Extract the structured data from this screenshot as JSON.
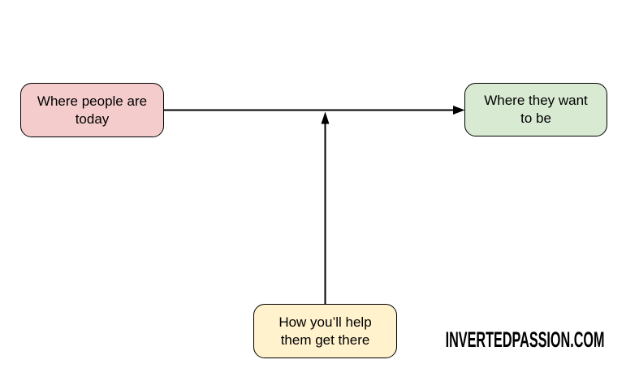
{
  "diagram": {
    "background": "#ffffff",
    "boxes": [
      {
        "id": "current-state",
        "label": "Where people are\ntoday",
        "fill": "#f4cccc",
        "border": "#000000"
      },
      {
        "id": "desired-state",
        "label": "Where they want\nto be",
        "fill": "#d9ead3",
        "border": "#000000"
      },
      {
        "id": "help-bridge",
        "label": "How you’ll help\nthem get there",
        "fill": "#fff2cc",
        "border": "#000000"
      }
    ],
    "arrows": [
      {
        "id": "current-to-desired",
        "from": "current-state",
        "to": "desired-state",
        "color": "#000000"
      },
      {
        "id": "help-to-journey",
        "from": "help-bridge",
        "to": "current-to-desired arrow midpoint",
        "color": "#000000"
      }
    ],
    "watermark": "INVERTEDPASSION.COM"
  }
}
